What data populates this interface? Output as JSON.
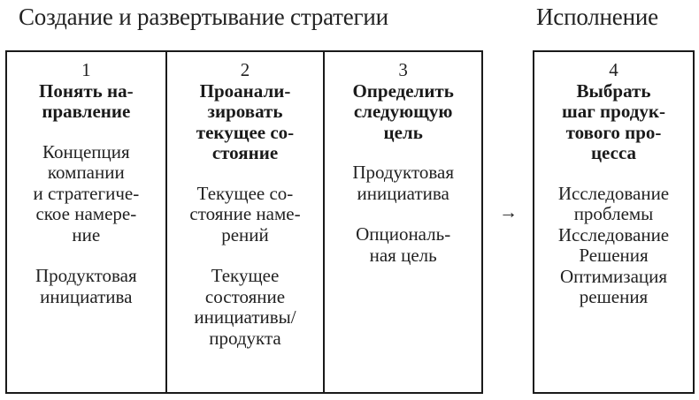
{
  "headings": {
    "strategy": "Создание и развертывание стратегии",
    "execution": "Исполнение"
  },
  "steps": [
    {
      "number": "1",
      "title": "Понять на-\nправление",
      "items": [
        "Концепция\nкомпании\nи стратегиче-\nское намере-\nние",
        "Продуктовая\nинициатива"
      ]
    },
    {
      "number": "2",
      "title": "Проанали-\nзировать\nтекущее со-\nстояние",
      "items": [
        "Текущее со-\nстояние наме-\nрений",
        "Текущее\nсостояние\nинициативы/\nпродукта"
      ]
    },
    {
      "number": "3",
      "title": "Определить\nследующую\nцель",
      "items": [
        "Продуктовая\nинициатива",
        "Опциональ-\nная цель"
      ]
    },
    {
      "number": "4",
      "title": "Выбрать\nшаг продук-\nтового про-\nцесса",
      "items": [
        "Исследование\nпроблемы",
        "Исследование\nРешения",
        "Оптимизация\nрешения"
      ]
    }
  ],
  "connector": {
    "arrow": "→"
  },
  "colors": {
    "border": "#1a1a1a",
    "text": "#222222",
    "background": "#ffffff"
  }
}
